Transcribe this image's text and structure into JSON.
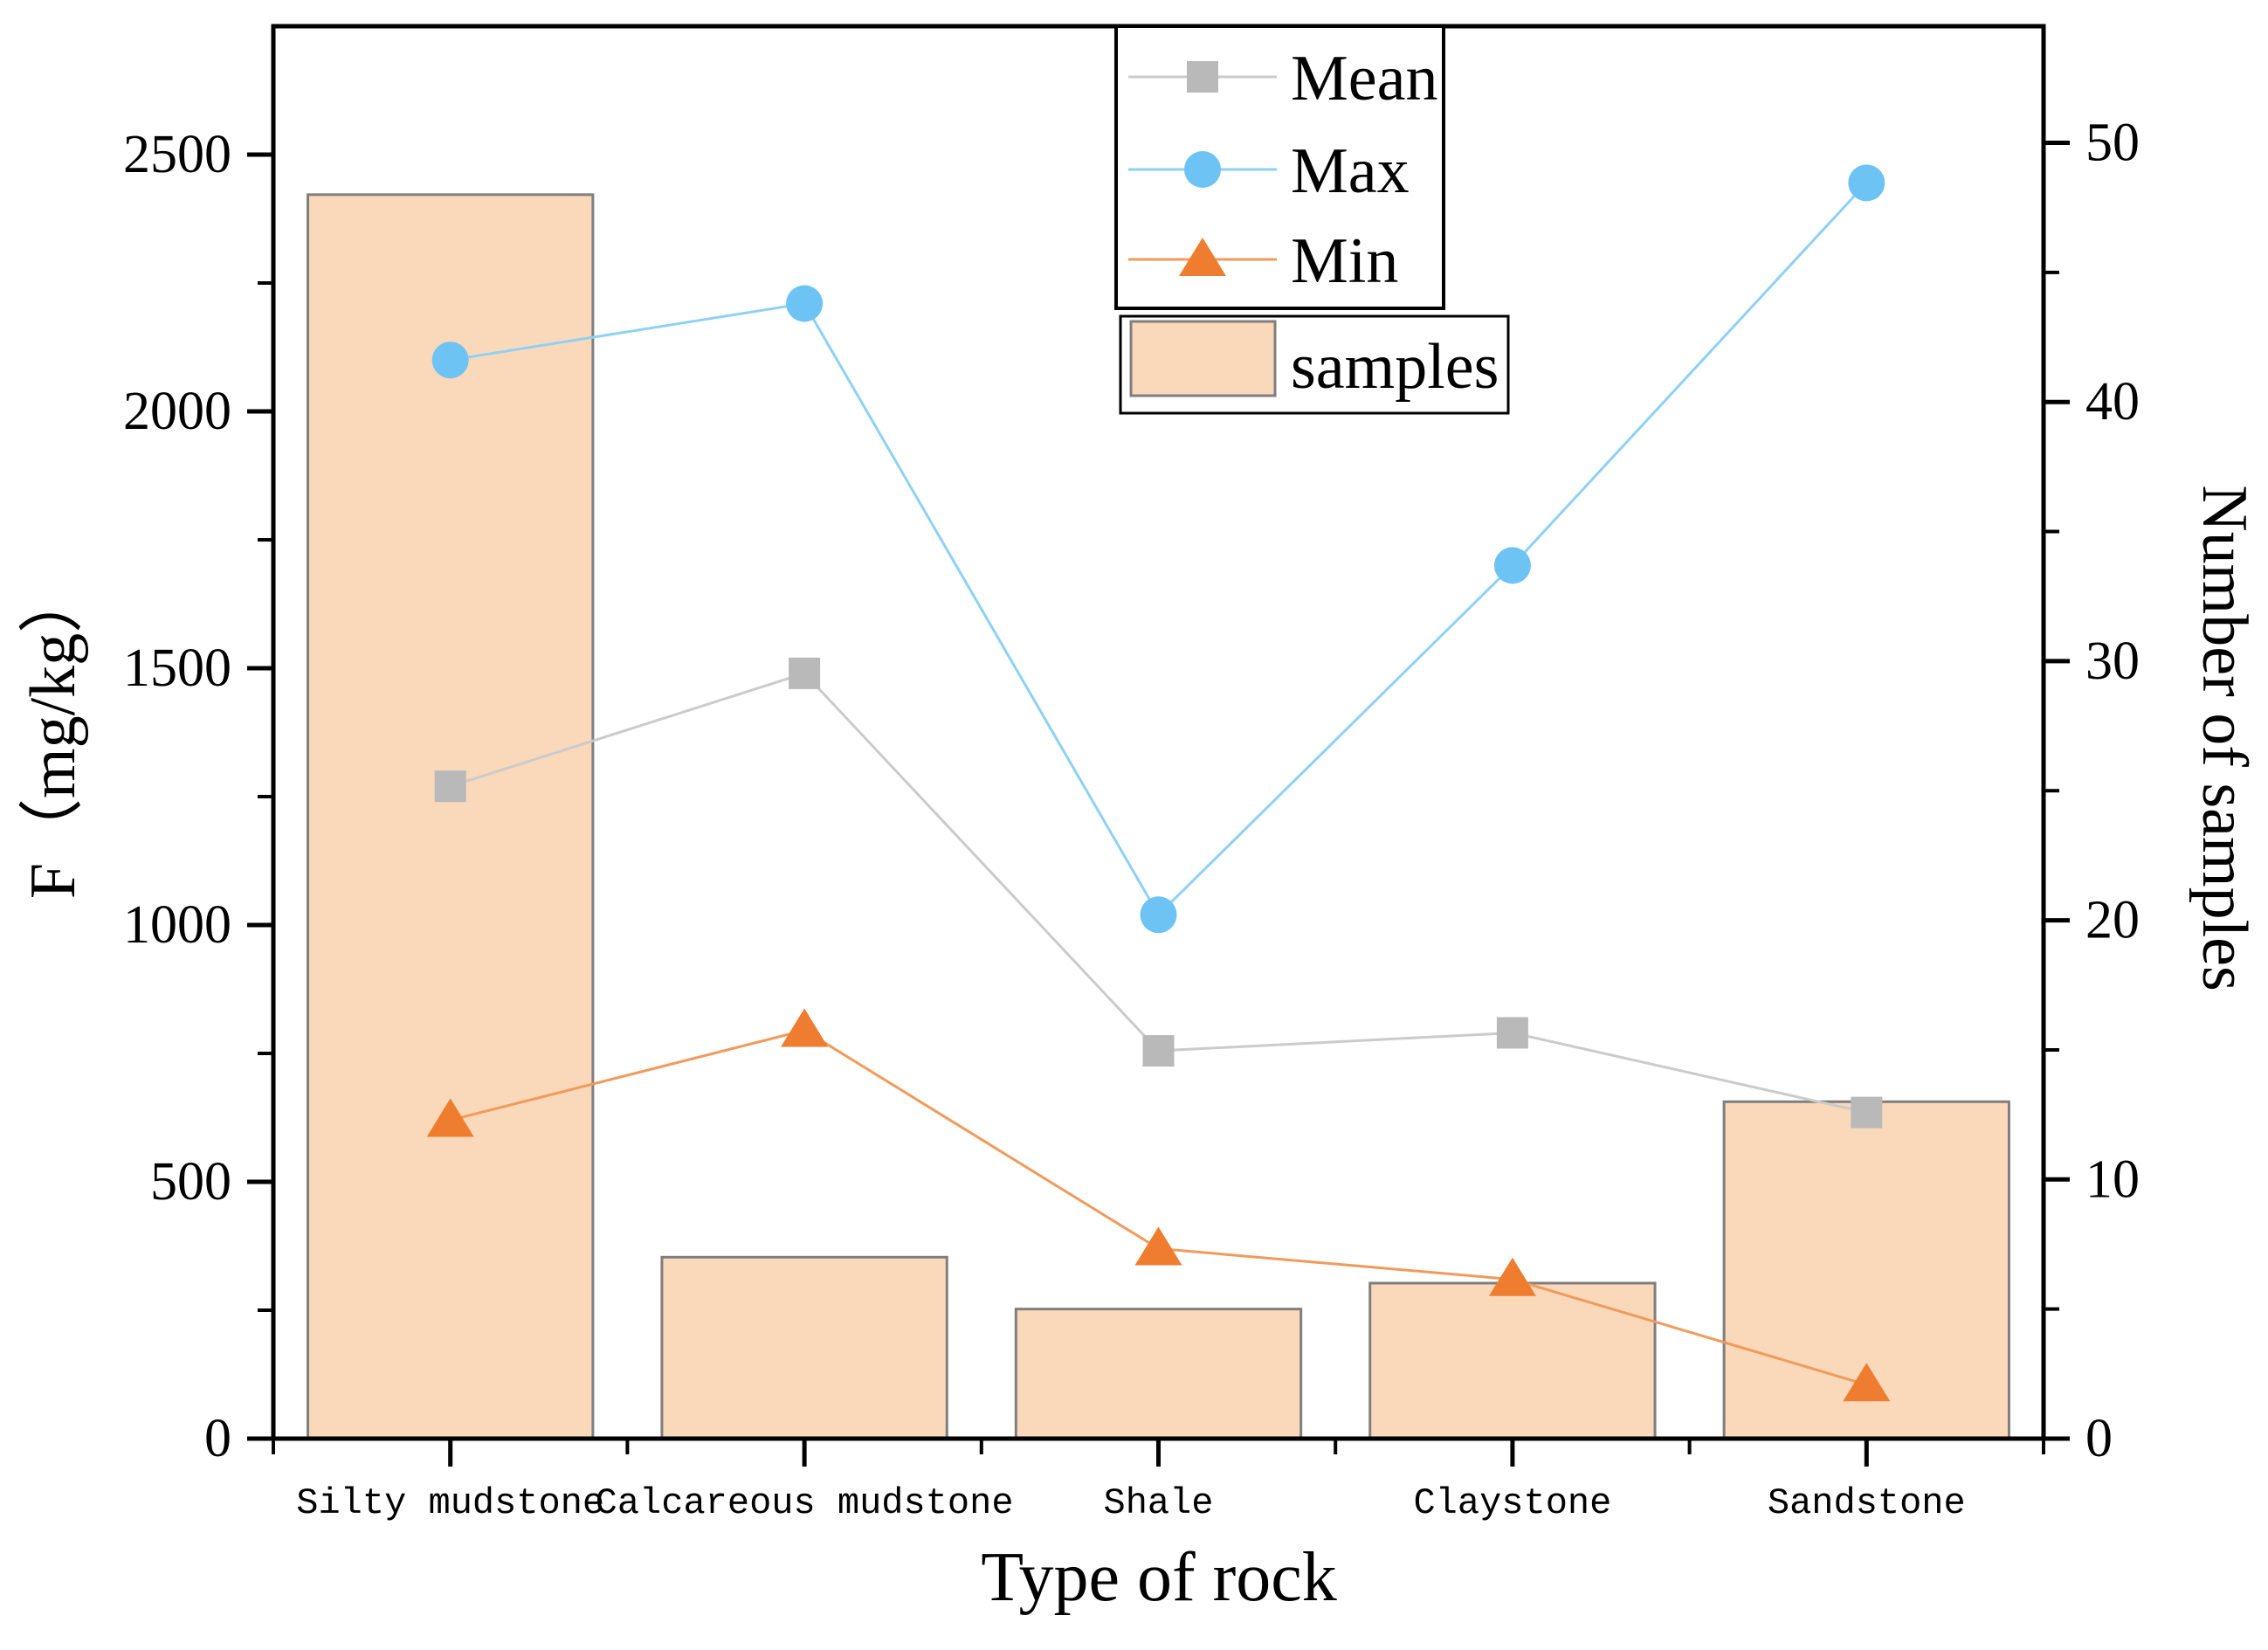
{
  "chart_data": {
    "type": "bar+line",
    "title": "",
    "xlabel": "Type of rock",
    "ylabel_left": "F（mg/kg）",
    "ylabel_right": "Number of samples",
    "categories": [
      "Silty mudstone",
      "Calcareous mudstone",
      "Shale",
      "Claystone",
      "Sandstone"
    ],
    "series": [
      {
        "name": "Mean",
        "type": "line",
        "marker": "square",
        "axis": "left",
        "values": [
          1270,
          1490,
          755,
          790,
          635
        ],
        "marker_color": "#B9B9B9",
        "line_color": "#CBCBCB"
      },
      {
        "name": "Max",
        "type": "line",
        "marker": "circle",
        "axis": "left",
        "values": [
          2100,
          2210,
          1020,
          1700,
          2445
        ],
        "marker_color": "#6EC3F5",
        "line_color": "#8ED1F6"
      },
      {
        "name": "Min",
        "type": "line",
        "marker": "triangle",
        "axis": "left",
        "values": [
          620,
          795,
          370,
          310,
          105
        ],
        "marker_color": "#EE7D2F",
        "line_color": "#F19A5B"
      }
    ],
    "bars": {
      "name": "samples",
      "axis": "right",
      "values": [
        48,
        7,
        5,
        6,
        13
      ],
      "fill": "#FAD8BA",
      "border": "#7F7F7F"
    },
    "y_left": {
      "min": 0,
      "max": 2750,
      "ticks": [
        0,
        500,
        1000,
        1500,
        2000,
        2500
      ],
      "minor_step": 250
    },
    "y_right": {
      "min": 0,
      "max": 54.5,
      "ticks": [
        0,
        10,
        20,
        30,
        40,
        50
      ],
      "minor_step": 5
    },
    "grid": false,
    "legend_position": "top-center-inside",
    "colors": {
      "axis": "#000000",
      "background": "#FFFFFF"
    }
  }
}
